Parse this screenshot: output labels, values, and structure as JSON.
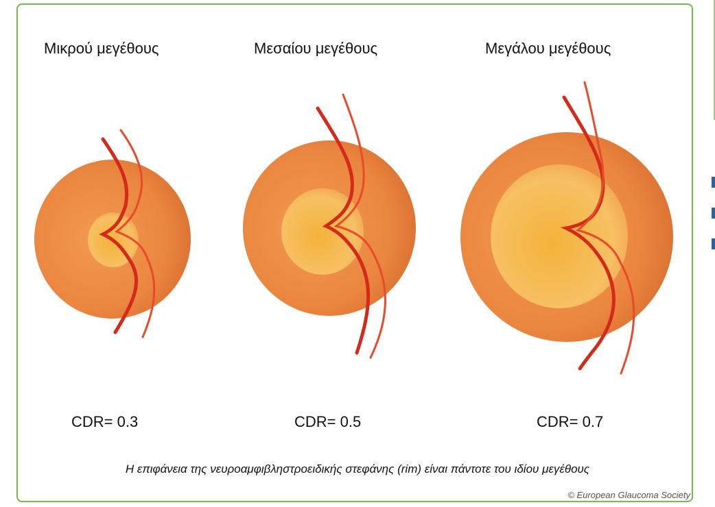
{
  "headings": {
    "small": "Μικρού μεγέθους",
    "medium": "Μεσαίου μεγέθους",
    "large": "Μεγάλου μεγέθους"
  },
  "cdr": {
    "small": "CDR= 0.3",
    "medium": "CDR= 0.5",
    "large": "CDR= 0.7"
  },
  "caption": "Η επιφάνεια της νευροαμφιβληστροειδικής στεφάνης (rim) είναι πάντοτε του ιδίου μεγέθους",
  "copyright": "© European Glaucoma Society",
  "colors": {
    "frame_border": "#7ab648",
    "disc_outer": "#e8843f",
    "cup": "#f5b94a",
    "vessel_dark": "#d42a1a",
    "vessel_light": "#e84a2a"
  }
}
